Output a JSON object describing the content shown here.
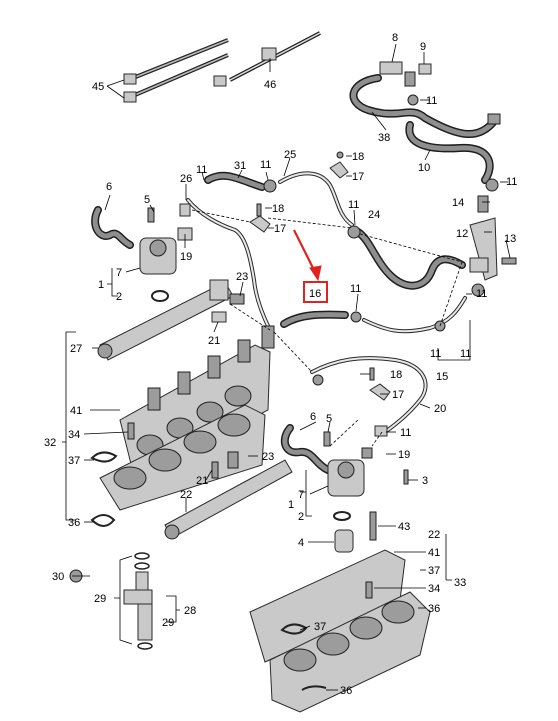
{
  "callouts": {
    "c45": "45",
    "c46": "46",
    "c8": "8",
    "c9": "9",
    "c11a": "11",
    "c38": "38",
    "c10": "10",
    "c11b": "11",
    "c31": "31",
    "c11c": "11",
    "c25": "25",
    "c18a": "18",
    "c17a": "17",
    "c11d": "11",
    "c6a": "6",
    "c26": "26",
    "c5a": "5",
    "c18b": "18",
    "c17b": "17",
    "c11e": "11",
    "c24": "24",
    "c14": "14",
    "c12": "12",
    "c13": "13",
    "c19a": "19",
    "c7a": "7",
    "c1a": "1",
    "c2a": "2",
    "c23a": "23",
    "c16": "16",
    "c11f": "11",
    "c11g": "11",
    "c11h": "11",
    "c11i": "11",
    "c27": "27",
    "c21a": "21",
    "c15": "15",
    "c18c": "18",
    "c17c": "17",
    "c20": "20",
    "c41a": "41",
    "c32": "32",
    "c34a": "34",
    "c6b": "6",
    "c5b": "5",
    "c11j": "11",
    "c37a": "37",
    "c23b": "23",
    "c19b": "19",
    "c21b": "21",
    "c3": "3",
    "c22a": "22",
    "c7b": "7",
    "c1b": "1",
    "c2b": "2",
    "c36a": "36",
    "c43": "43",
    "c4": "4",
    "c22b": "22",
    "c41b": "41",
    "c37b": "37",
    "c33": "33",
    "c34b": "34",
    "c36b": "36",
    "c30": "30",
    "c29a": "29",
    "c28": "28",
    "c29b": "29",
    "c37c": "37",
    "c36c": "36"
  },
  "highlight": {
    "label": "16",
    "color": "#e0231d"
  }
}
